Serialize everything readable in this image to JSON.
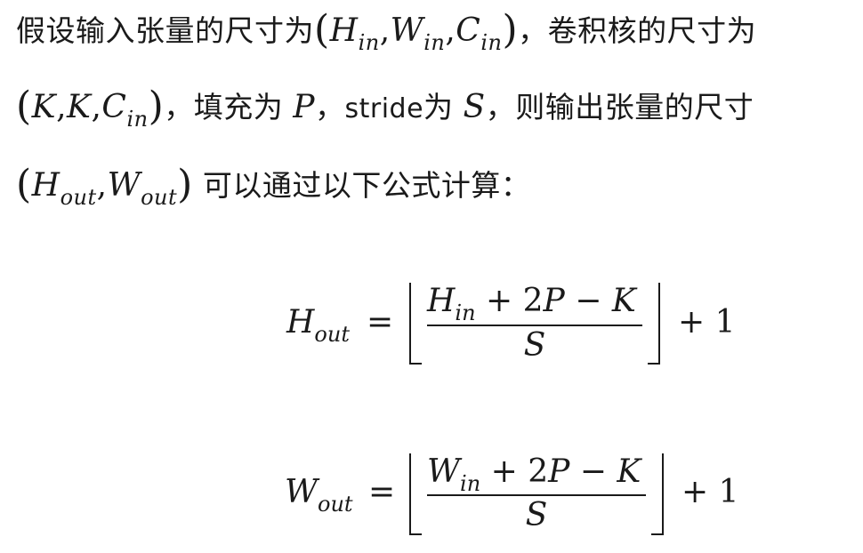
{
  "paragraph": {
    "line1": {
      "text_a": "假设输入张量的尺寸为",
      "open_paren": "(",
      "H": "H",
      "H_sub": "in",
      "comma1": ",",
      "W": "W",
      "W_sub": "in",
      "comma2": ",",
      "C": "C",
      "C_sub": "in",
      "close_paren": ")",
      "text_b": "，卷积核的尺寸为"
    },
    "line2": {
      "open_paren": "(",
      "K1": "K",
      "comma1": ",",
      "K2": "K",
      "comma2": ",",
      "C": "C",
      "C_sub": "in",
      "close_paren": ")",
      "text_a": "，填充为",
      "P": "P",
      "text_b": "，",
      "stride": "stride",
      "text_c": "为",
      "S": "S",
      "text_d": "，则输出张量的尺寸"
    },
    "line3": {
      "open_paren": "(",
      "H": "H",
      "H_sub": "out",
      "comma": ",",
      "W": "W",
      "W_sub": "out",
      "close_paren": ")",
      "text_a": "可以通过以下公式计算："
    }
  },
  "formulas": [
    {
      "lhs": "H",
      "lhs_sub": "out",
      "eq": "=",
      "num_var": "H",
      "num_sub": "in",
      "num_rest": " + 2",
      "num_P": "P",
      "num_minus": " − ",
      "num_K": "K",
      "den": "S",
      "tail": "+ 1"
    },
    {
      "lhs": "W",
      "lhs_sub": "out",
      "eq": "=",
      "num_var": "W",
      "num_sub": "in",
      "num_rest": " + 2",
      "num_P": "P",
      "num_minus": " − ",
      "num_K": "K",
      "den": "S",
      "tail": "+ 1"
    }
  ]
}
